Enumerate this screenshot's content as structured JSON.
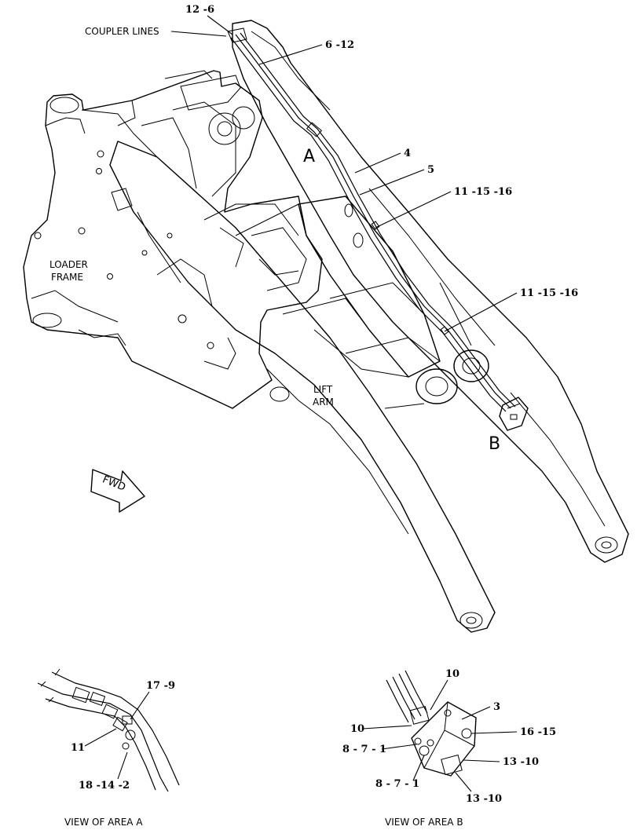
{
  "labels": {
    "coupler_lines": "COUPLER LINES",
    "loader_frame_1": "LOADER",
    "loader_frame_2": "FRAME",
    "lift_arm_1": "LIFT",
    "lift_arm_2": "ARM",
    "area_a": "A",
    "area_b": "B",
    "fwd": "FWD",
    "view_a": "VIEW OF AREA  A",
    "view_b": "VIEW OF AREA  B"
  },
  "callouts": {
    "c_12_6": "12 -6",
    "c_6_12": "6 -12",
    "c_4": "4",
    "c_5": "5",
    "c_11_15_16_a": "11 -15 -16",
    "c_11_15_16_b": "11 -15 -16",
    "c_17_9": "17 -9",
    "c_11": "11",
    "c_18_14_2": "18 -14 -2",
    "c_10_top": "10",
    "c_3": "3",
    "c_10_left": "10",
    "c_16_15": "16 -15",
    "c_8_7_1_a": "8 - 7 - 1",
    "c_13_10_a": "13 -10",
    "c_8_7_1_b": "8 - 7 - 1",
    "c_13_10_b": "13 -10"
  }
}
